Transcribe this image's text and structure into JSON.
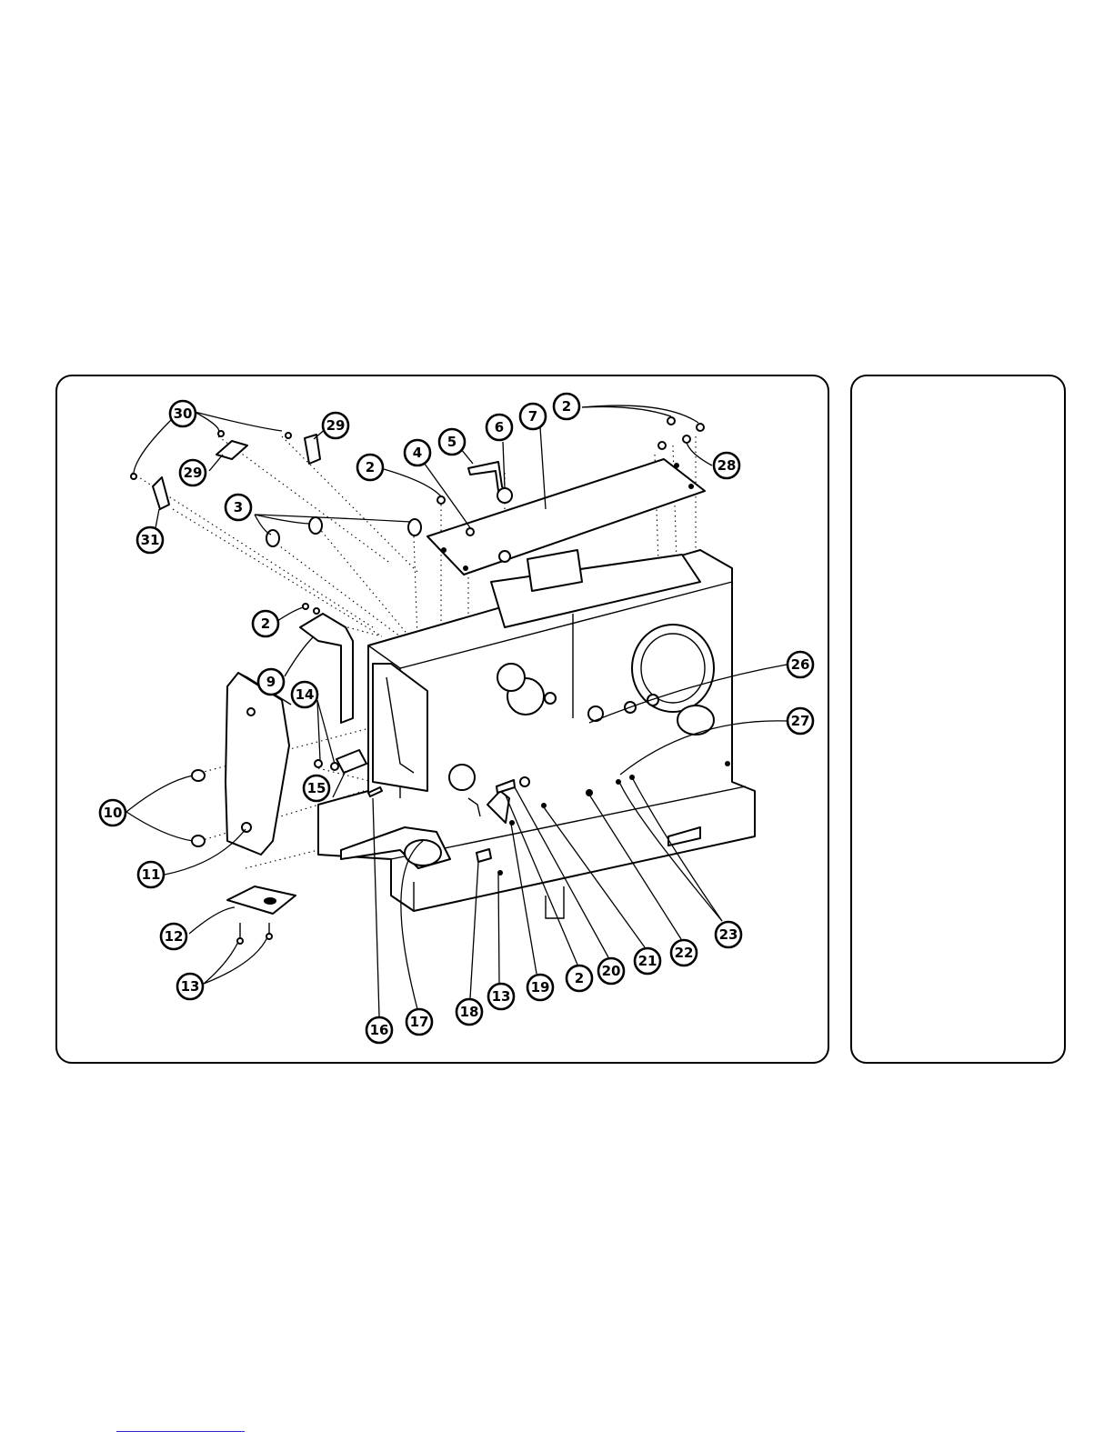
{
  "diagram": {
    "callouts": [
      "30",
      "29",
      "29",
      "31",
      "3",
      "2",
      "4",
      "5",
      "6",
      "7",
      "2",
      "28",
      "2",
      "9",
      "14",
      "10",
      "15",
      "11",
      "12",
      "13",
      "16",
      "17",
      "18",
      "13",
      "19",
      "2",
      "20",
      "21",
      "22",
      "23",
      "26",
      "27"
    ]
  },
  "colors": {
    "ink": "#000000",
    "paper": "#ffffff",
    "link": "#2a2ad0"
  }
}
